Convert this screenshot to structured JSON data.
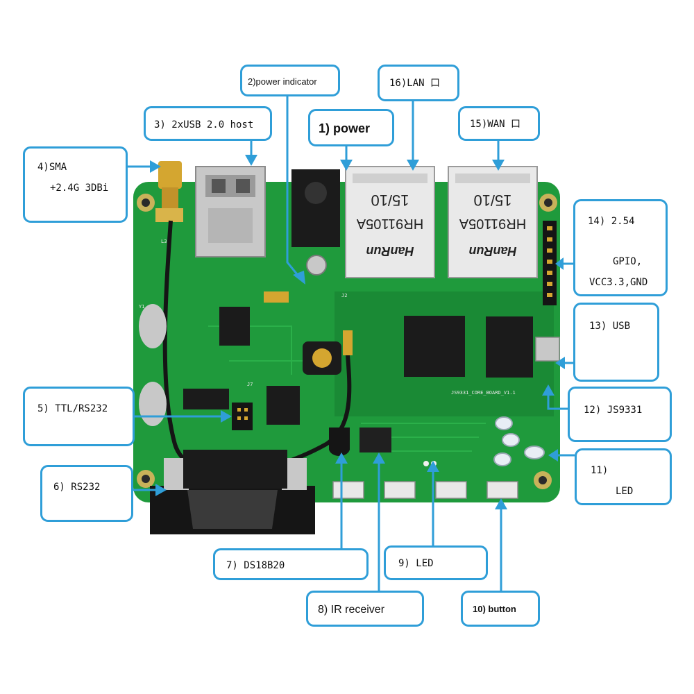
{
  "labels": {
    "power": "1) power",
    "power_indicator": "2)power indicator",
    "usb_host": "3) 2xUSB 2.0 host",
    "sma_title": "4)SMA",
    "sma_spec": "+2.4G 3DBi",
    "ttl_rs232": "5) TTL/RS232",
    "rs232": "6) RS232",
    "ds18b20": "7) DS18B20",
    "ir_receiver": "8) IR receiver",
    "led9": "9) LED",
    "button": "10) button",
    "led11_num": "11)",
    "led11_name": "LED",
    "js9331": "12) JS9331",
    "usb13": "13) USB",
    "pin_header_title": "14) 2.54",
    "pin_header_gpio": "GPIO,",
    "pin_header_power": "VCC3.3,GND",
    "wan": "15)WAN 口",
    "lan": "16)LAN 口"
  },
  "board": {
    "jack_brand": "HanRun",
    "jack_part": "HR91105A",
    "jack_speed": "15/10",
    "core_board_silk": "JS9331_CORE_BOARD_V1.1",
    "silk_j2": "J2",
    "silk_j7": "J7",
    "silk_y1": "Y1",
    "silk_l3": "L3"
  },
  "colors": {
    "callout_border": "#2f9ed8",
    "pcb_green": "#1f9a3c",
    "pcb_dark": "#157a2c",
    "chip_black": "#1b1b1b",
    "metal": "#c8c8c8",
    "gold": "#d4a630"
  }
}
